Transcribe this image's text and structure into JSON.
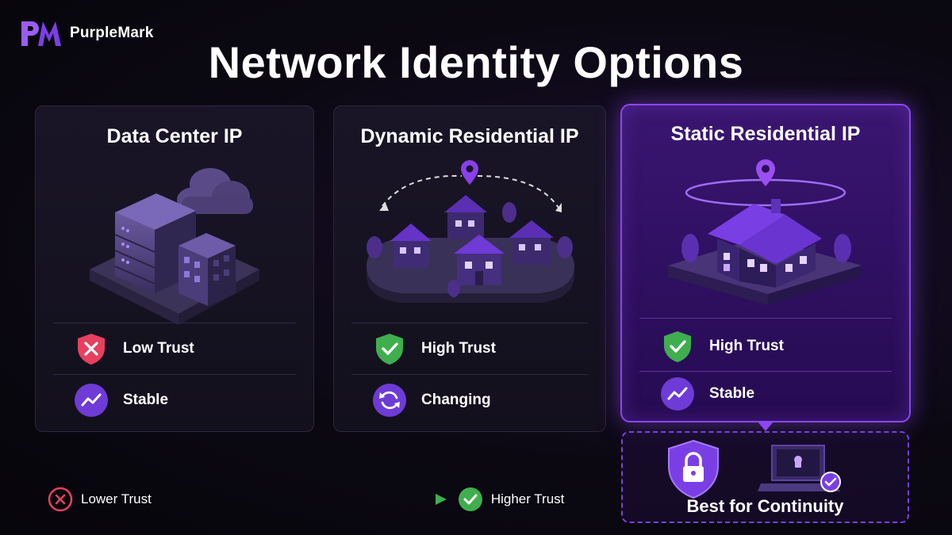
{
  "brand": {
    "name": "PurpleMark",
    "logo_icon": "pm-monogram-logo",
    "accent": "#8a47f0"
  },
  "title": "Network Identity Options",
  "cards": [
    {
      "title": "Data Center IP",
      "illustration": "data-center-server-icon",
      "attributes": [
        {
          "label": "Low Trust",
          "icon": "shield-x-icon",
          "color": "#e6405e"
        },
        {
          "label": "Stable",
          "icon": "trend-line-icon",
          "color": "#6e3bd6"
        }
      ]
    },
    {
      "title": "Dynamic Residential IP",
      "illustration": "neighborhood-houses-icon",
      "attributes": [
        {
          "label": "High Trust",
          "icon": "shield-check-icon",
          "color": "#3fae4e"
        },
        {
          "label": "Changing",
          "icon": "refresh-cycle-icon",
          "color": "#6e3bd6"
        }
      ]
    },
    {
      "title": "Static Residential IP",
      "illustration": "single-house-pin-icon",
      "highlighted": true,
      "attributes": [
        {
          "label": "High Trust",
          "icon": "shield-check-icon",
          "color": "#3fae4e"
        },
        {
          "label": "Stable",
          "icon": "trend-line-icon",
          "color": "#6e3bd6"
        }
      ]
    }
  ],
  "best": {
    "label": "Best for Continuity",
    "icons": [
      "lock-shield-icon",
      "laptop-secure-icon"
    ]
  },
  "legend": {
    "low": {
      "label": "Lower Trust",
      "icon": "x-circle-icon",
      "color": "#e6405e"
    },
    "high": {
      "label": "Higher Trust",
      "icon": "check-circle-icon",
      "color": "#3fae4e"
    }
  }
}
